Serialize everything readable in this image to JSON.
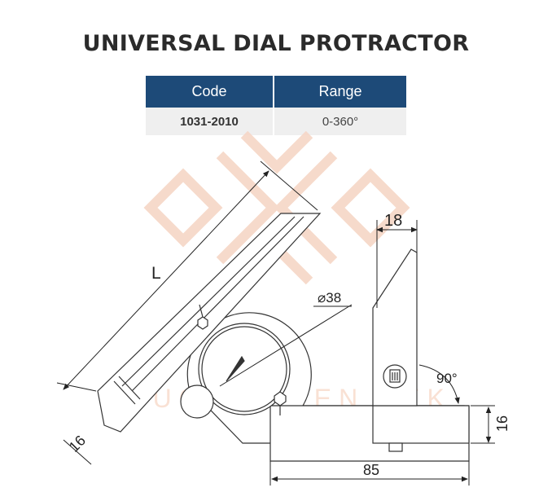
{
  "title": "UNIVERSAL DIAL PROTRACTOR",
  "table": {
    "headers": [
      "Code",
      "Range"
    ],
    "rows": [
      [
        "1031-2010",
        "0-360°"
      ]
    ]
  },
  "dimensions": {
    "length": "L",
    "dial_diameter": "⌀38",
    "blade_width": "18",
    "right_angle": "90°",
    "base_height": "16",
    "base_length": "85",
    "blade_thickness": "16"
  },
  "watermark": "PHUONG VIEN TEK",
  "colors": {
    "header_bg": "#1d4a78",
    "row_bg": "#efefef",
    "watermark": "#f6d6c6"
  }
}
